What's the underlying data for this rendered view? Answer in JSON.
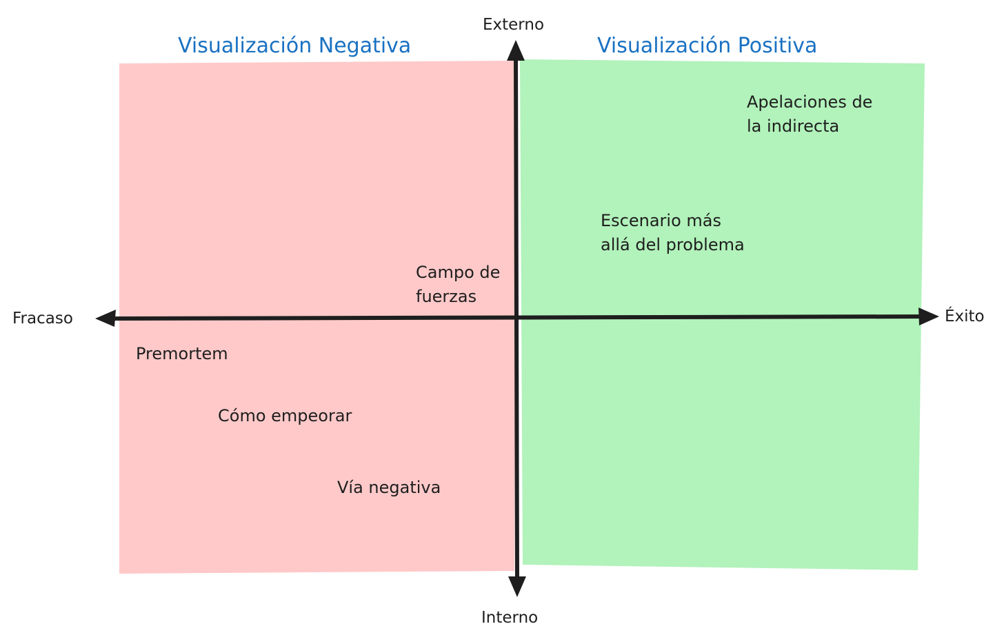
{
  "titles": {
    "negative": "Visualización Negativa",
    "positive": "Visualización Positiva"
  },
  "axes": {
    "top": "Externo",
    "bottom": "Interno",
    "left": "Fracaso",
    "right": "Éxito"
  },
  "items": {
    "campo_de_fuerzas": [
      "Campo de",
      "fuerzas"
    ],
    "apelaciones": [
      "Apelaciones de",
      "la indirecta"
    ],
    "escenario": [
      "Escenario más",
      "allá del problema"
    ],
    "premortem": "Premortem",
    "como_empeorar": "Cómo empeorar",
    "via_negativa": "Vía negativa"
  },
  "colors": {
    "negative_fill": "#ffc9c9",
    "positive_fill": "#b2f2bb",
    "title_text": "#1971c2",
    "axis": "#1e1e1e",
    "label_text": "#1e1e1e"
  }
}
